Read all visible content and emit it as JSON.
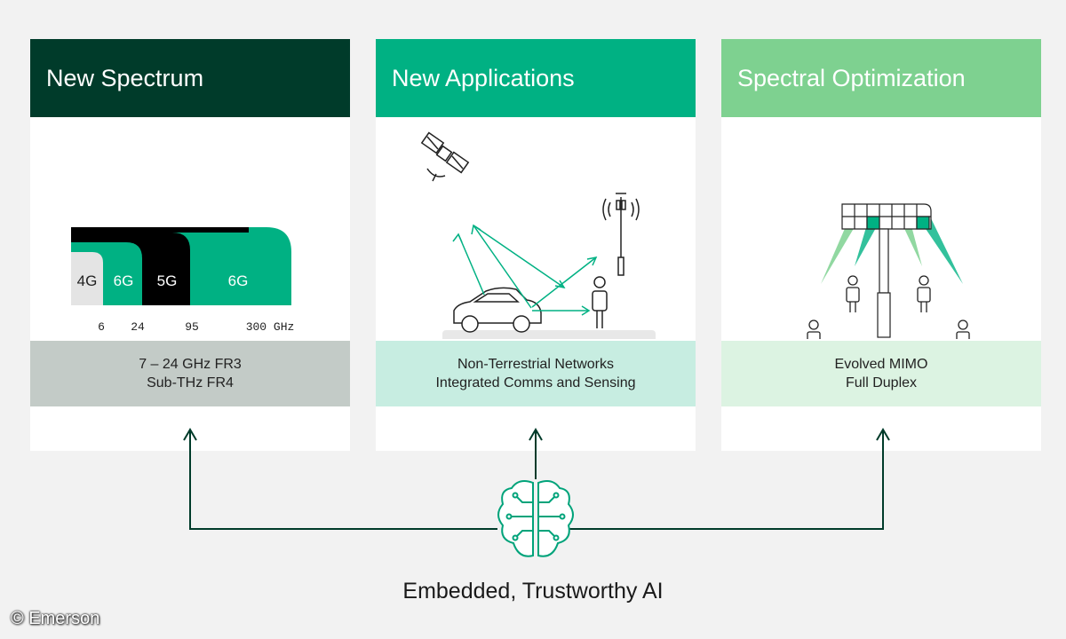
{
  "cards": [
    {
      "title": "New Spectrum",
      "lines": [
        "7 – 24 GHz FR3",
        "Sub-THz FR4"
      ]
    },
    {
      "title": "New Applications",
      "lines": [
        "Non-Terrestrial Networks",
        "Integrated Comms and Sensing"
      ]
    },
    {
      "title": "Spectral Optimization",
      "lines": [
        "Evolved MIMO",
        "Full Duplex"
      ]
    }
  ],
  "spectrum": {
    "bands": [
      "4G",
      "6G",
      "5G",
      "6G"
    ],
    "ticks": [
      "6",
      "24",
      "95",
      "300 GHz"
    ]
  },
  "ai_label": "Embedded, Trustworthy AI",
  "copyright": "© Emerson",
  "colors": {
    "dark_green": "#003b2a",
    "teal": "#00b183",
    "light_green": "#7ed190",
    "arrow": "#003b2a",
    "brain": "#00a37a"
  }
}
